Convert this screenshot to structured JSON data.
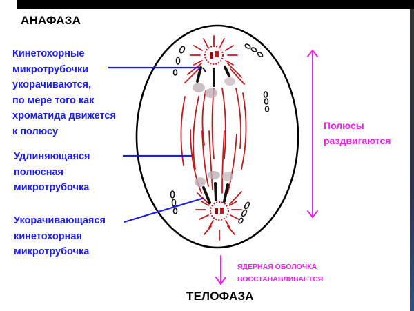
{
  "slide": {
    "title_top": "АНАФАЗА",
    "title_bottom": "ТЕЛОФАЗА",
    "colors": {
      "label_blue": "#1a1aff",
      "label_magenta": "#ee22ee",
      "spindle_red": "#c0181c",
      "cell_outline": "#000000"
    }
  },
  "labels": {
    "kinetochore_shortening": {
      "lines": [
        "Кинетохорные",
        "микротрубочки",
        "укорачиваются,",
        "по мере того как",
        "хроматида движется",
        "к полюсу"
      ]
    },
    "polar_elongating": {
      "lines": [
        "Удлиняющаяся",
        "полюсная",
        "микротрубочка"
      ]
    },
    "kinetochore_shortening_single": {
      "lines": [
        "Укорачивающаяся",
        "кинетохорная",
        "микротрубочка"
      ]
    },
    "poles_separate": {
      "lines": [
        "Полюсы",
        "раздвигаются"
      ]
    },
    "nuclear_envelope": {
      "lines": [
        "ЯДЕРНАЯ ОБОЛОЧКА",
        "ВОССТАНАВЛИВАЕТСЯ"
      ]
    }
  },
  "icons": {
    "poles_arrow": "double-headed-vertical-arrow",
    "telophase_arrow": "down-arrow"
  }
}
